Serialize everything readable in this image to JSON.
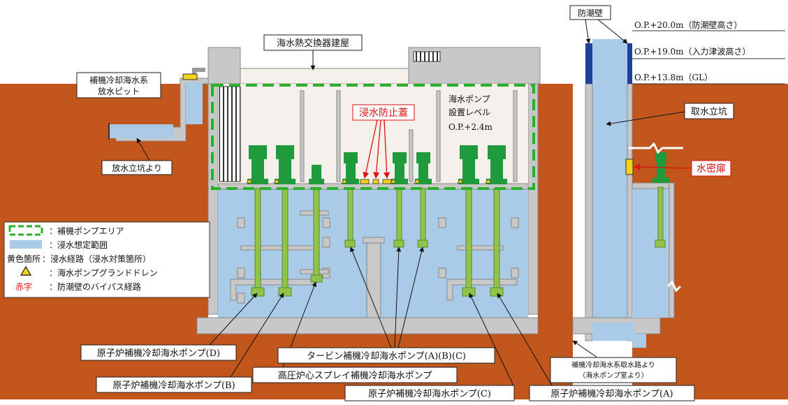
{
  "colors": {
    "soil": "#c0561c",
    "water": "#a9cbe8",
    "concrete": "#c8c8c8",
    "concrete_dark": "#9a9a9a",
    "building": "#f5f1ea",
    "pump": "#1f9a3c",
    "pipe": "#8fc34a",
    "pump_area": "#2bb02b",
    "seawall": "#1f3d9a",
    "seal": "#f2d21b",
    "red": "#e01010"
  },
  "labels": {
    "building": "海水熱交換器建屋",
    "discharge_pit_l1": "補機冷却海水系",
    "discharge_pit_l2": "放水ピット",
    "from_discharge_shaft": "放水立坑より",
    "flood_stop": "浸水防止蓋",
    "pump_level_l1": "海水ポンプ",
    "pump_level_l2": "設置レベル",
    "pump_level_l3": "O.P.+2.4m",
    "seawall": "防潮壁",
    "op_20": "O.P.+20.0m（防潮壁高さ）",
    "op_19": "O.P.+19.0m（入力津波高さ）",
    "op_13": "O.P.+13.8m（GL）",
    "intake_shaft": "取水立坑",
    "watertight_door": "水密扉",
    "intake_channel_l1": "補機冷却海水系取水路より",
    "intake_channel_l2": "（海水ポンプ室より）",
    "pump_rccw_d": "原子炉補機冷却海水ポンプ(D)",
    "pump_rccw_b": "原子炉補機冷却海水ポンプ(B)",
    "pump_rccw_c": "原子炉補機冷却海水ポンプ(C)",
    "pump_rccw_a": "原子炉補機冷却海水ポンプ(A)",
    "pump_turbine": "タービン補機冷却海水ポンプ(A)(B)(C)",
    "pump_hpcs": "高圧炉心スプレイ補機冷却海水ポンプ"
  },
  "legend": [
    {
      "key": "dashed-green",
      "label": "：補機ポンプエリア"
    },
    {
      "key": "blue-fill",
      "label": "：浸水想定範囲"
    },
    {
      "key": "yellow-text",
      "symbol": "黄色箇所",
      "label": "：浸水経路（浸水対策箇所）"
    },
    {
      "key": "triangle",
      "label": "：海水ポンプグランドドレン"
    },
    {
      "key": "red-text",
      "symbol": "赤字",
      "label": "：防潮壁のバイパス経路"
    }
  ]
}
